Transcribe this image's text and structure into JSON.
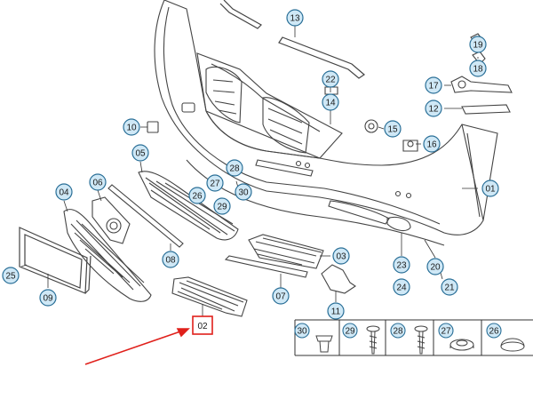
{
  "diagram": {
    "callouts": [
      {
        "id": "c01",
        "label": "01"
      },
      {
        "id": "c02",
        "label": "02"
      },
      {
        "id": "c03",
        "label": "03"
      },
      {
        "id": "c04",
        "label": "04"
      },
      {
        "id": "c05",
        "label": "05"
      },
      {
        "id": "c06",
        "label": "06"
      },
      {
        "id": "c07",
        "label": "07"
      },
      {
        "id": "c08",
        "label": "08"
      },
      {
        "id": "c09",
        "label": "09"
      },
      {
        "id": "c10",
        "label": "10"
      },
      {
        "id": "c11",
        "label": "11"
      },
      {
        "id": "c12",
        "label": "12"
      },
      {
        "id": "c13",
        "label": "13"
      },
      {
        "id": "c14",
        "label": "14"
      },
      {
        "id": "c15",
        "label": "15"
      },
      {
        "id": "c16",
        "label": "16"
      },
      {
        "id": "c17",
        "label": "17"
      },
      {
        "id": "c18",
        "label": "18"
      },
      {
        "id": "c19",
        "label": "19"
      },
      {
        "id": "c20",
        "label": "20"
      },
      {
        "id": "c21",
        "label": "21"
      },
      {
        "id": "c22",
        "label": "22"
      },
      {
        "id": "c23",
        "label": "23"
      },
      {
        "id": "c24",
        "label": "24"
      },
      {
        "id": "c25",
        "label": "25"
      },
      {
        "id": "c26",
        "label": "26"
      },
      {
        "id": "c27",
        "label": "27"
      },
      {
        "id": "c28",
        "label": "28"
      },
      {
        "id": "c29",
        "label": "29"
      },
      {
        "id": "c30",
        "label": "30"
      }
    ],
    "fastener_table": [
      "30",
      "29",
      "28",
      "27",
      "26"
    ],
    "highlighted_part": "02",
    "colors": {
      "callout_fill": "#cfe8f6",
      "callout_stroke": "#2a6f97",
      "highlight": "#e0201b",
      "line": "#333333"
    }
  }
}
